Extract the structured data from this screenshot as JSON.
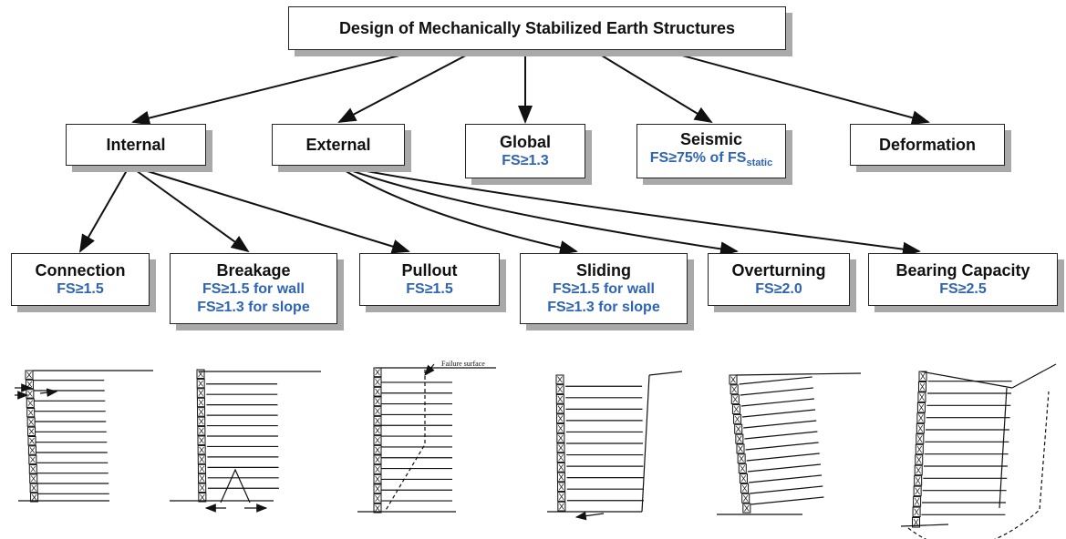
{
  "root": {
    "title": "Design of Mechanically Stabilized Earth Structures"
  },
  "categories": [
    {
      "id": "internal",
      "title": "Internal",
      "criterion": ""
    },
    {
      "id": "external",
      "title": "External",
      "criterion": ""
    },
    {
      "id": "global",
      "title": "Global",
      "criterion": "FS≥1.3"
    },
    {
      "id": "seismic",
      "title": "Seismic",
      "criterion": "FS≥75% of FS",
      "criterion_sub": "static"
    },
    {
      "id": "deformation",
      "title": "Deformation",
      "criterion": ""
    }
  ],
  "modes": [
    {
      "id": "connection",
      "title": "Connection",
      "criteria": [
        "FS≥1.5"
      ]
    },
    {
      "id": "breakage",
      "title": "Breakage",
      "criteria": [
        "FS≥1.5 for wall",
        "FS≥1.3 for slope"
      ]
    },
    {
      "id": "pullout",
      "title": "Pullout",
      "criteria": [
        "FS≥1.5"
      ]
    },
    {
      "id": "sliding",
      "title": "Sliding",
      "criteria": [
        "FS≥1.5 for wall",
        "FS≥1.3 for slope"
      ]
    },
    {
      "id": "overturning",
      "title": "Overturning",
      "criteria": [
        "FS≥2.0"
      ]
    },
    {
      "id": "bearing",
      "title": "Bearing Capacity",
      "criteria": [
        "FS≥2.5"
      ]
    }
  ],
  "sketches": {
    "pullout_label": "Failure surface"
  },
  "colors": {
    "criterion": "#2e64b4",
    "shadow": "#a9a9a9",
    "line": "#111111"
  }
}
